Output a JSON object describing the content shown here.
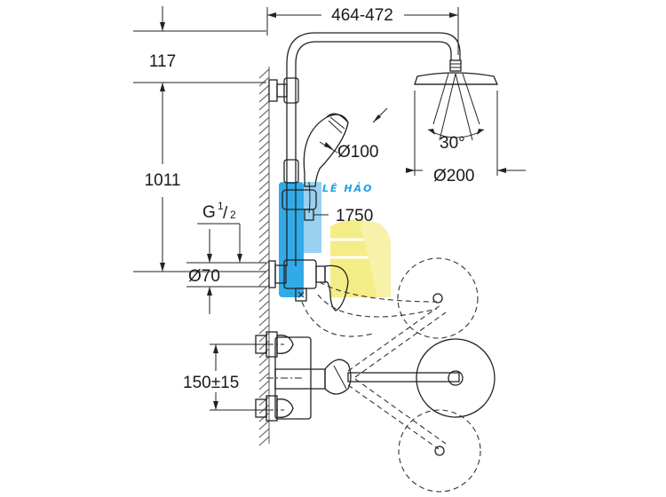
{
  "dimensions": {
    "width_range": "464-472",
    "top_offset": "117",
    "height_total": "1011",
    "thread": "G",
    "thread_frac_num": "1",
    "thread_frac_den": "2",
    "escutcheon_diameter": "Ø70",
    "hand_shower_diameter": "Ø100",
    "head_shower_diameter": "Ø200",
    "spray_angle": "30°",
    "hose_length": "1750",
    "center_distance": "150±15"
  },
  "watermark": {
    "text": "LÊ HẢO",
    "colors": {
      "blue": "#1da1e6",
      "yellow": "#f3ea7a"
    }
  }
}
